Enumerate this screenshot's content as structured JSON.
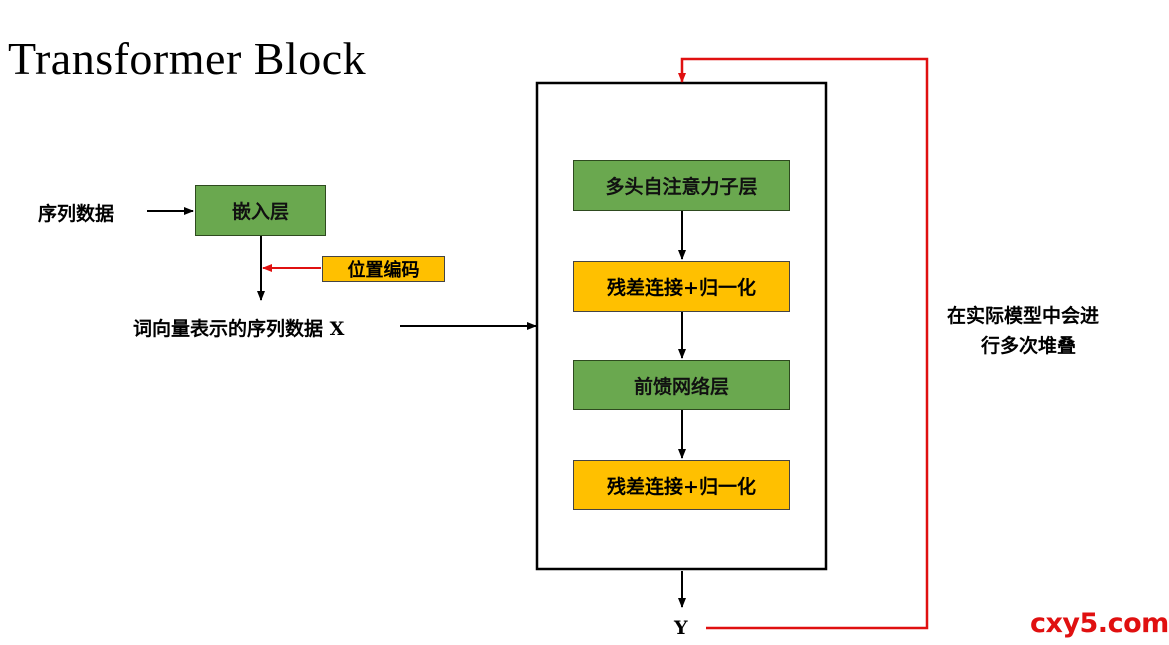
{
  "title": "Transformer Block",
  "input_label": "序列数据",
  "embedding_layer": "嵌入层",
  "positional_encoding": "位置编码",
  "word_vector_label": "词向量表示的序列数据 X",
  "block": {
    "attention_layer": "多头自注意力子层",
    "add_norm_1": "残差连接+归一化",
    "feedforward_layer": "前馈网络层",
    "add_norm_2": "残差连接+归一化"
  },
  "output_label": "Y",
  "stacking_note_line1": "在实际模型中会进",
  "stacking_note_line2": "行多次堆叠",
  "watermark": "cxy5.com",
  "colors": {
    "layer_green": "#6aa84f",
    "norm_yellow": "#ffc000",
    "feedback_red": "#e01010"
  }
}
